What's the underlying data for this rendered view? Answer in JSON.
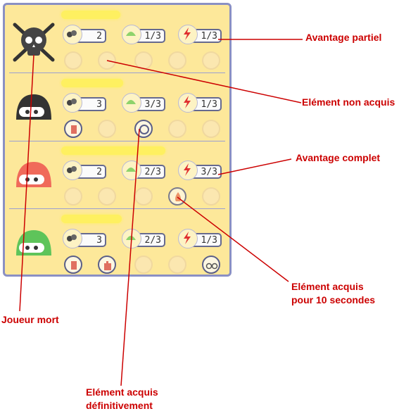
{
  "players": [
    {
      "stat1": "2",
      "stat2": "1/3",
      "stat3": "1/3",
      "name_width": 84,
      "avatar": "skull-icon",
      "color": "#333333"
    },
    {
      "stat1": "3",
      "stat2": "3/3",
      "stat3": "1/3",
      "name_width": 88,
      "avatar": "ninja-icon",
      "color": "#333333"
    },
    {
      "stat1": "2",
      "stat2": "2/3",
      "stat3": "3/3",
      "name_width": 148,
      "avatar": "ninja-icon",
      "color": "#f06a5a"
    },
    {
      "stat1": "3",
      "stat2": "2/3",
      "stat3": "1/3",
      "name_width": 86,
      "avatar": "ninja-icon",
      "color": "#5ec45a"
    }
  ],
  "annotations": {
    "partial": "Avantage partiel",
    "not_acquired": "Elément non acquis",
    "complete": "Avantage complet",
    "acquired10_line1": "Elément acquis",
    "acquired10_line2": "pour 10 secondes",
    "dead": "Joueur mort",
    "acquired_def_line1": "Elément acquis",
    "acquired_def_line2": "définitivement"
  },
  "colors": {
    "annotation": "#cc0000",
    "panel": "#fde89a",
    "border": "#8a90c4"
  }
}
